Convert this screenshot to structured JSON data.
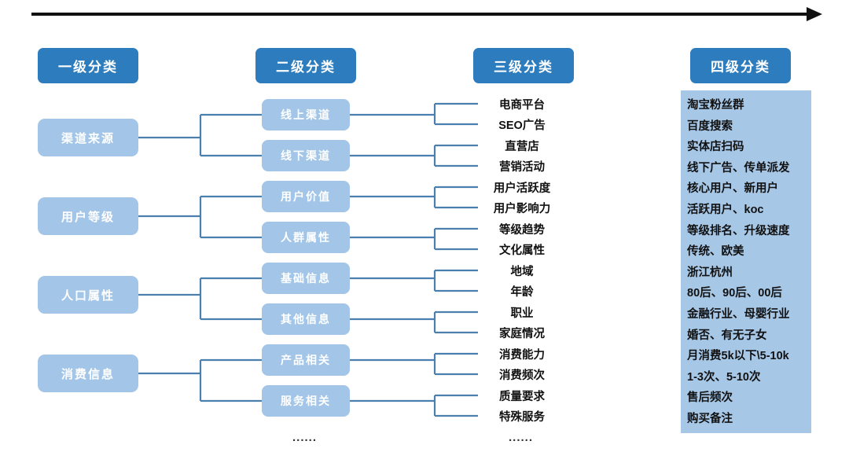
{
  "diagram": {
    "timeline_arrow": "right-arrow",
    "colors": {
      "header_pill": "#2d7cbe",
      "node_box": "#a3c6e8",
      "panel_bg": "#a7c7e7",
      "connector_line": "#4a7fae",
      "arrow": "#111111",
      "node_text": "#ffffff",
      "leaf_text": "#111111"
    },
    "headers": [
      {
        "label": "一级分类"
      },
      {
        "label": "二级分类"
      },
      {
        "label": "三级分类"
      },
      {
        "label": "四级分类"
      }
    ],
    "level1": [
      {
        "label": "渠道来源"
      },
      {
        "label": "用户等级"
      },
      {
        "label": "人口属性"
      },
      {
        "label": "消费信息"
      }
    ],
    "level2": [
      {
        "label": "线上渠道"
      },
      {
        "label": "线下渠道"
      },
      {
        "label": "用户价值"
      },
      {
        "label": "人群属性"
      },
      {
        "label": "基础信息"
      },
      {
        "label": "其他信息"
      },
      {
        "label": "产品相关"
      },
      {
        "label": "服务相关"
      }
    ],
    "level3": [
      {
        "label": "电商平台"
      },
      {
        "label": "SEO广告"
      },
      {
        "label": "直营店"
      },
      {
        "label": "营销活动"
      },
      {
        "label": "用户活跃度"
      },
      {
        "label": "用户影响力"
      },
      {
        "label": "等级趋势"
      },
      {
        "label": "文化属性"
      },
      {
        "label": "地域"
      },
      {
        "label": "年龄"
      },
      {
        "label": "职业"
      },
      {
        "label": "家庭情况"
      },
      {
        "label": "消费能力"
      },
      {
        "label": "消费频次"
      },
      {
        "label": "质量要求"
      },
      {
        "label": "特殊服务"
      }
    ],
    "level4": [
      {
        "label": "淘宝粉丝群"
      },
      {
        "label": "百度搜索"
      },
      {
        "label": "实体店扫码"
      },
      {
        "label": "线下广告、传单派发"
      },
      {
        "label": "核心用户、新用户"
      },
      {
        "label": "活跃用户、koc"
      },
      {
        "label": "等级排名、升级速度"
      },
      {
        "label": "传统、欧美"
      },
      {
        "label": "浙江杭州"
      },
      {
        "label": "80后、90后、00后"
      },
      {
        "label": "金融行业、母婴行业"
      },
      {
        "label": "婚否、有无子女"
      },
      {
        "label": "月消费5k以下\\5-10k"
      },
      {
        "label": "1-3次、5-10次"
      },
      {
        "label": "售后频次"
      },
      {
        "label": "购买备注"
      }
    ],
    "ellipses": [
      {
        "label": "......"
      },
      {
        "label": "......"
      }
    ]
  }
}
